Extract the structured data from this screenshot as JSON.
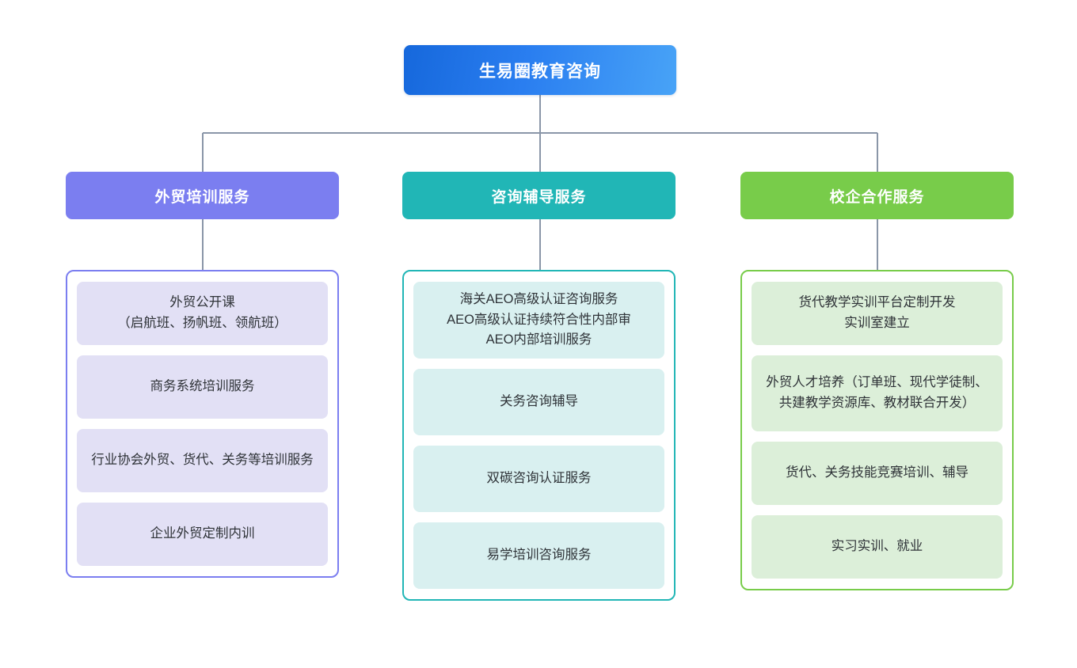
{
  "page": {
    "background": "#ffffff",
    "line_color": "#8a96a8"
  },
  "root": {
    "label": "生易圈教育咨询",
    "gradient_from": "#1668dc",
    "gradient_to": "#48a3f7",
    "text_color": "#ffffff"
  },
  "columns": [
    {
      "id": "foreign-trade-training",
      "header": "外贸培训服务",
      "header_color": "#7b7ef0",
      "border_color": "#7b7ef0",
      "card_bg": "#e2e0f5",
      "items": [
        {
          "text": "外贸公开课\n（启航班、扬帆班、领航班）",
          "tall": false
        },
        {
          "text": "商务系统培训服务",
          "tall": false
        },
        {
          "text": "行业协会外贸、货代、关务等培训服务",
          "tall": false
        },
        {
          "text": "企业外贸定制内训",
          "tall": false
        }
      ]
    },
    {
      "id": "consulting-tutoring",
      "header": "咨询辅导服务",
      "header_color": "#21b6b6",
      "border_color": "#21b6b6",
      "card_bg": "#d9f0f0",
      "items": [
        {
          "text": "海关AEO高级认证咨询服务\nAEO高级认证持续符合性内部审\nAEO内部培训服务",
          "tall": true
        },
        {
          "text": "关务咨询辅导",
          "tall": false
        },
        {
          "text": "双碳咨询认证服务",
          "tall": false
        },
        {
          "text": "易学培训咨询服务",
          "tall": false
        }
      ]
    },
    {
      "id": "school-enterprise-cooperation",
      "header": "校企合作服务",
      "header_color": "#78cc4a",
      "border_color": "#78cc4a",
      "card_bg": "#dcefd9",
      "items": [
        {
          "text": "货代教学实训平台定制开发\n实训室建立",
          "tall": false
        },
        {
          "text": "外贸人才培养（订单班、现代学徒制、共建教学资源库、教材联合开发）",
          "tall": true
        },
        {
          "text": "货代、关务技能竞赛培训、辅导",
          "tall": false
        },
        {
          "text": "实习实训、就业",
          "tall": false
        }
      ]
    }
  ]
}
